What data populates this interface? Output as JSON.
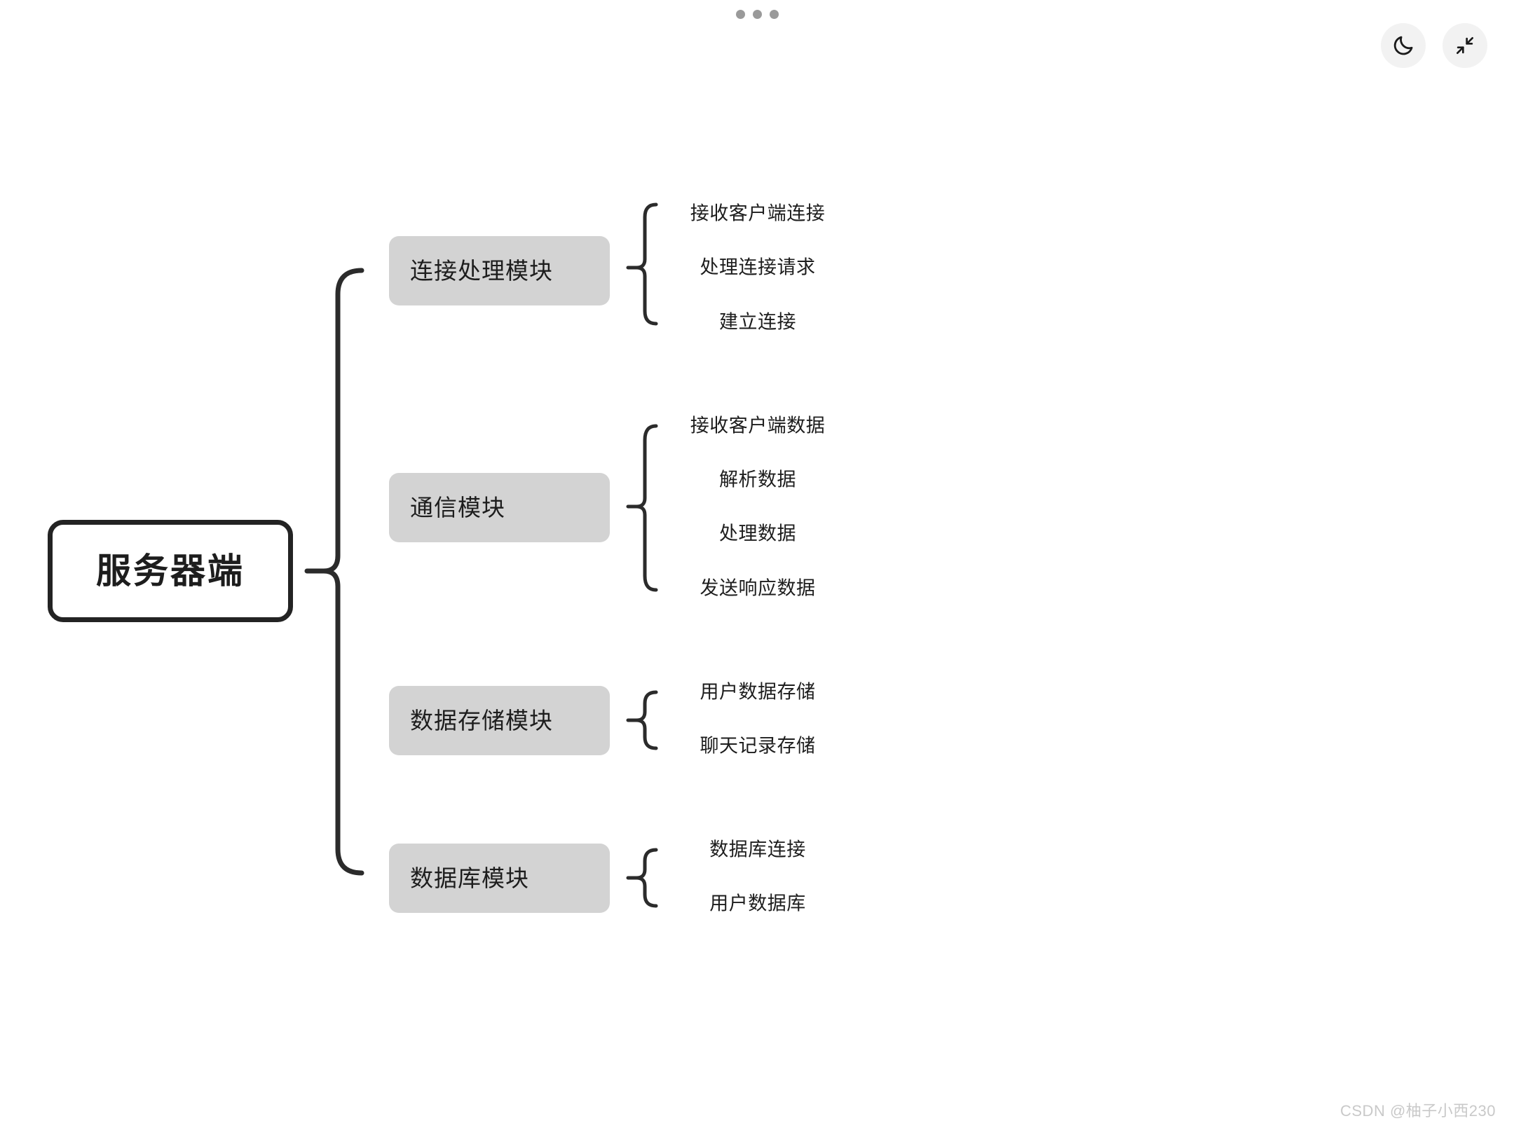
{
  "diagram": {
    "type": "mind-map",
    "orientation": "left-to-right",
    "root": {
      "label": "服务器端"
    },
    "branches": [
      {
        "label": "连接处理模块",
        "children": [
          "接收客户端连接",
          "处理连接请求",
          "建立连接"
        ]
      },
      {
        "label": "通信模块",
        "children": [
          "接收客户端数据",
          "解析数据",
          "处理数据",
          "发送响应数据"
        ]
      },
      {
        "label": "数据存储模块",
        "children": [
          "用户数据存储",
          "聊天记录存储"
        ]
      },
      {
        "label": "数据库模块",
        "children": [
          "数据库连接",
          "用户数据库"
        ]
      }
    ]
  },
  "toolbar": {
    "drag_handle_icon": "three-dots-icon",
    "dark_mode_icon": "moon-icon",
    "exit_fullscreen_icon": "exit-fullscreen-icon"
  },
  "watermark": {
    "text": "CSDN @柚子小西230"
  },
  "colors": {
    "background": "#ffffff",
    "module_fill": "#d3d3d3",
    "stroke": "#2b2b2b",
    "root_border": "#232323",
    "text": "#1d1d1d",
    "button_bg": "#f2f2f2",
    "dot": "#9a9a9a",
    "watermark": "#c9c9c9"
  }
}
